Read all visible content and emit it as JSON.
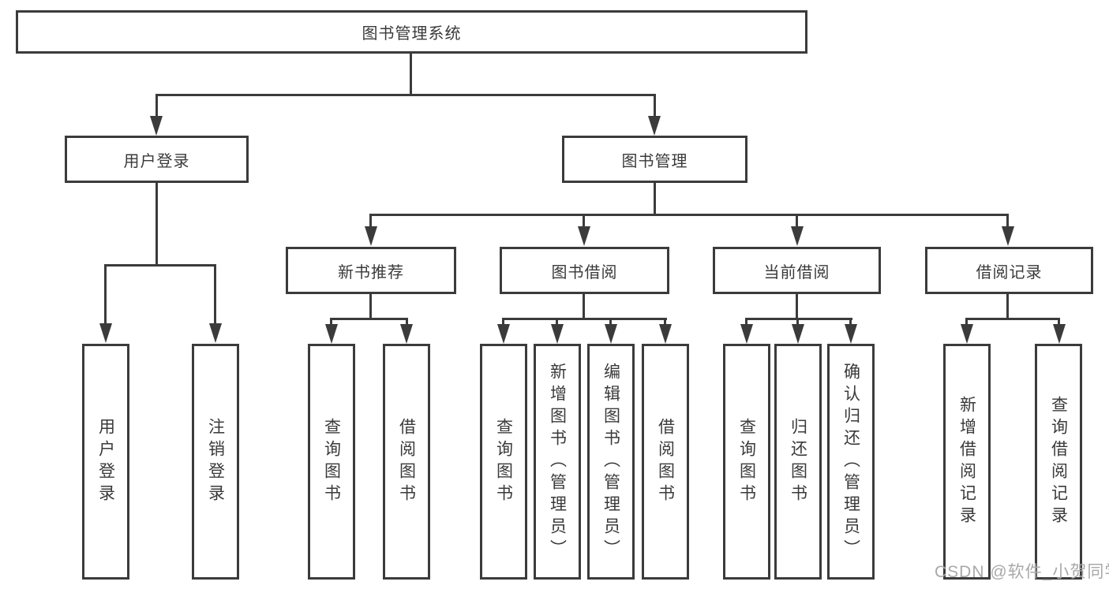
{
  "diagram": {
    "type": "hierarchy-flowchart",
    "colors": {
      "background": "#ffffff",
      "line": "#3b3b3b",
      "text": "#3a3a3a",
      "watermark": "#a9a9a9"
    },
    "nodes": {
      "root": "图书管理系统",
      "user_login": "用户登录",
      "book_mgmt": "图书管理",
      "new_book": "新书推荐",
      "book_borrow": "图书借阅",
      "current_borrow": "当前借阅",
      "borrow_record": "借阅记录",
      "leaf_user_login": "用户登录",
      "leaf_logout": "注销登录",
      "leaf_nb_query": "查询图书",
      "leaf_nb_borrow": "借阅图书",
      "leaf_bb_query": "查询图书",
      "leaf_bb_add": "新增图书（管理员）",
      "leaf_bb_edit": "编辑图书（管理员）",
      "leaf_bb_borrow": "借阅图书",
      "leaf_cb_query": "查询图书",
      "leaf_cb_return": "归还图书",
      "leaf_cb_confirm": "确认归还（管理员）",
      "leaf_br_add": "新增借阅记录",
      "leaf_br_query": "查询借阅记录"
    },
    "watermark": "CSDN @软件_小贺同学"
  }
}
